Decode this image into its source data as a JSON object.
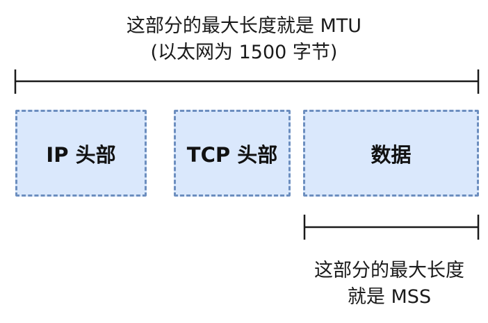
{
  "mtu": {
    "line1": "这部分的最大长度就是 MTU",
    "line2": "(以太网为 1500 字节)"
  },
  "boxes": {
    "ip": "IP 头部",
    "tcp": "TCP 头部",
    "data": "数据"
  },
  "mss": {
    "line1": "这部分的最大长度",
    "line2": "就是 MSS"
  },
  "colors": {
    "box_fill": "#dae8fc",
    "box_border": "#6c8ebf",
    "line": "#1a1a1a"
  }
}
